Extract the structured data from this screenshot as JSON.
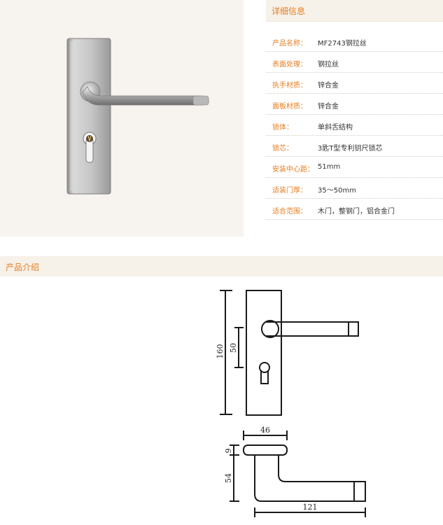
{
  "spec": {
    "title": "详细信息",
    "rows": [
      {
        "key": "产品名称：",
        "value": "MF2743钢拉丝"
      },
      {
        "key": "表面处理：",
        "value": "钢拉丝"
      },
      {
        "key": "执手材质：",
        "value": "锌合金"
      },
      {
        "key": "面板材质：",
        "value": "锌合金"
      },
      {
        "key": "锁体：",
        "value": "单斜舌结构"
      },
      {
        "key": "锁芯：",
        "value": "3匙T型专利钥尺锁芯"
      },
      {
        "key": "安装中心距：",
        "value": "51mm"
      },
      {
        "key": "适装门厚：",
        "value": "35～50mm"
      },
      {
        "key": "适合范围：",
        "value": "木门，整钢门，铝合金门"
      }
    ]
  },
  "intro": {
    "title": "产品介绍"
  },
  "diagram": {
    "dim_height": "160",
    "dim_center": "50",
    "dim_rose_width": "46",
    "dim_rose_thick": "9",
    "dim_projection": "54",
    "dim_handle_length": "121"
  }
}
